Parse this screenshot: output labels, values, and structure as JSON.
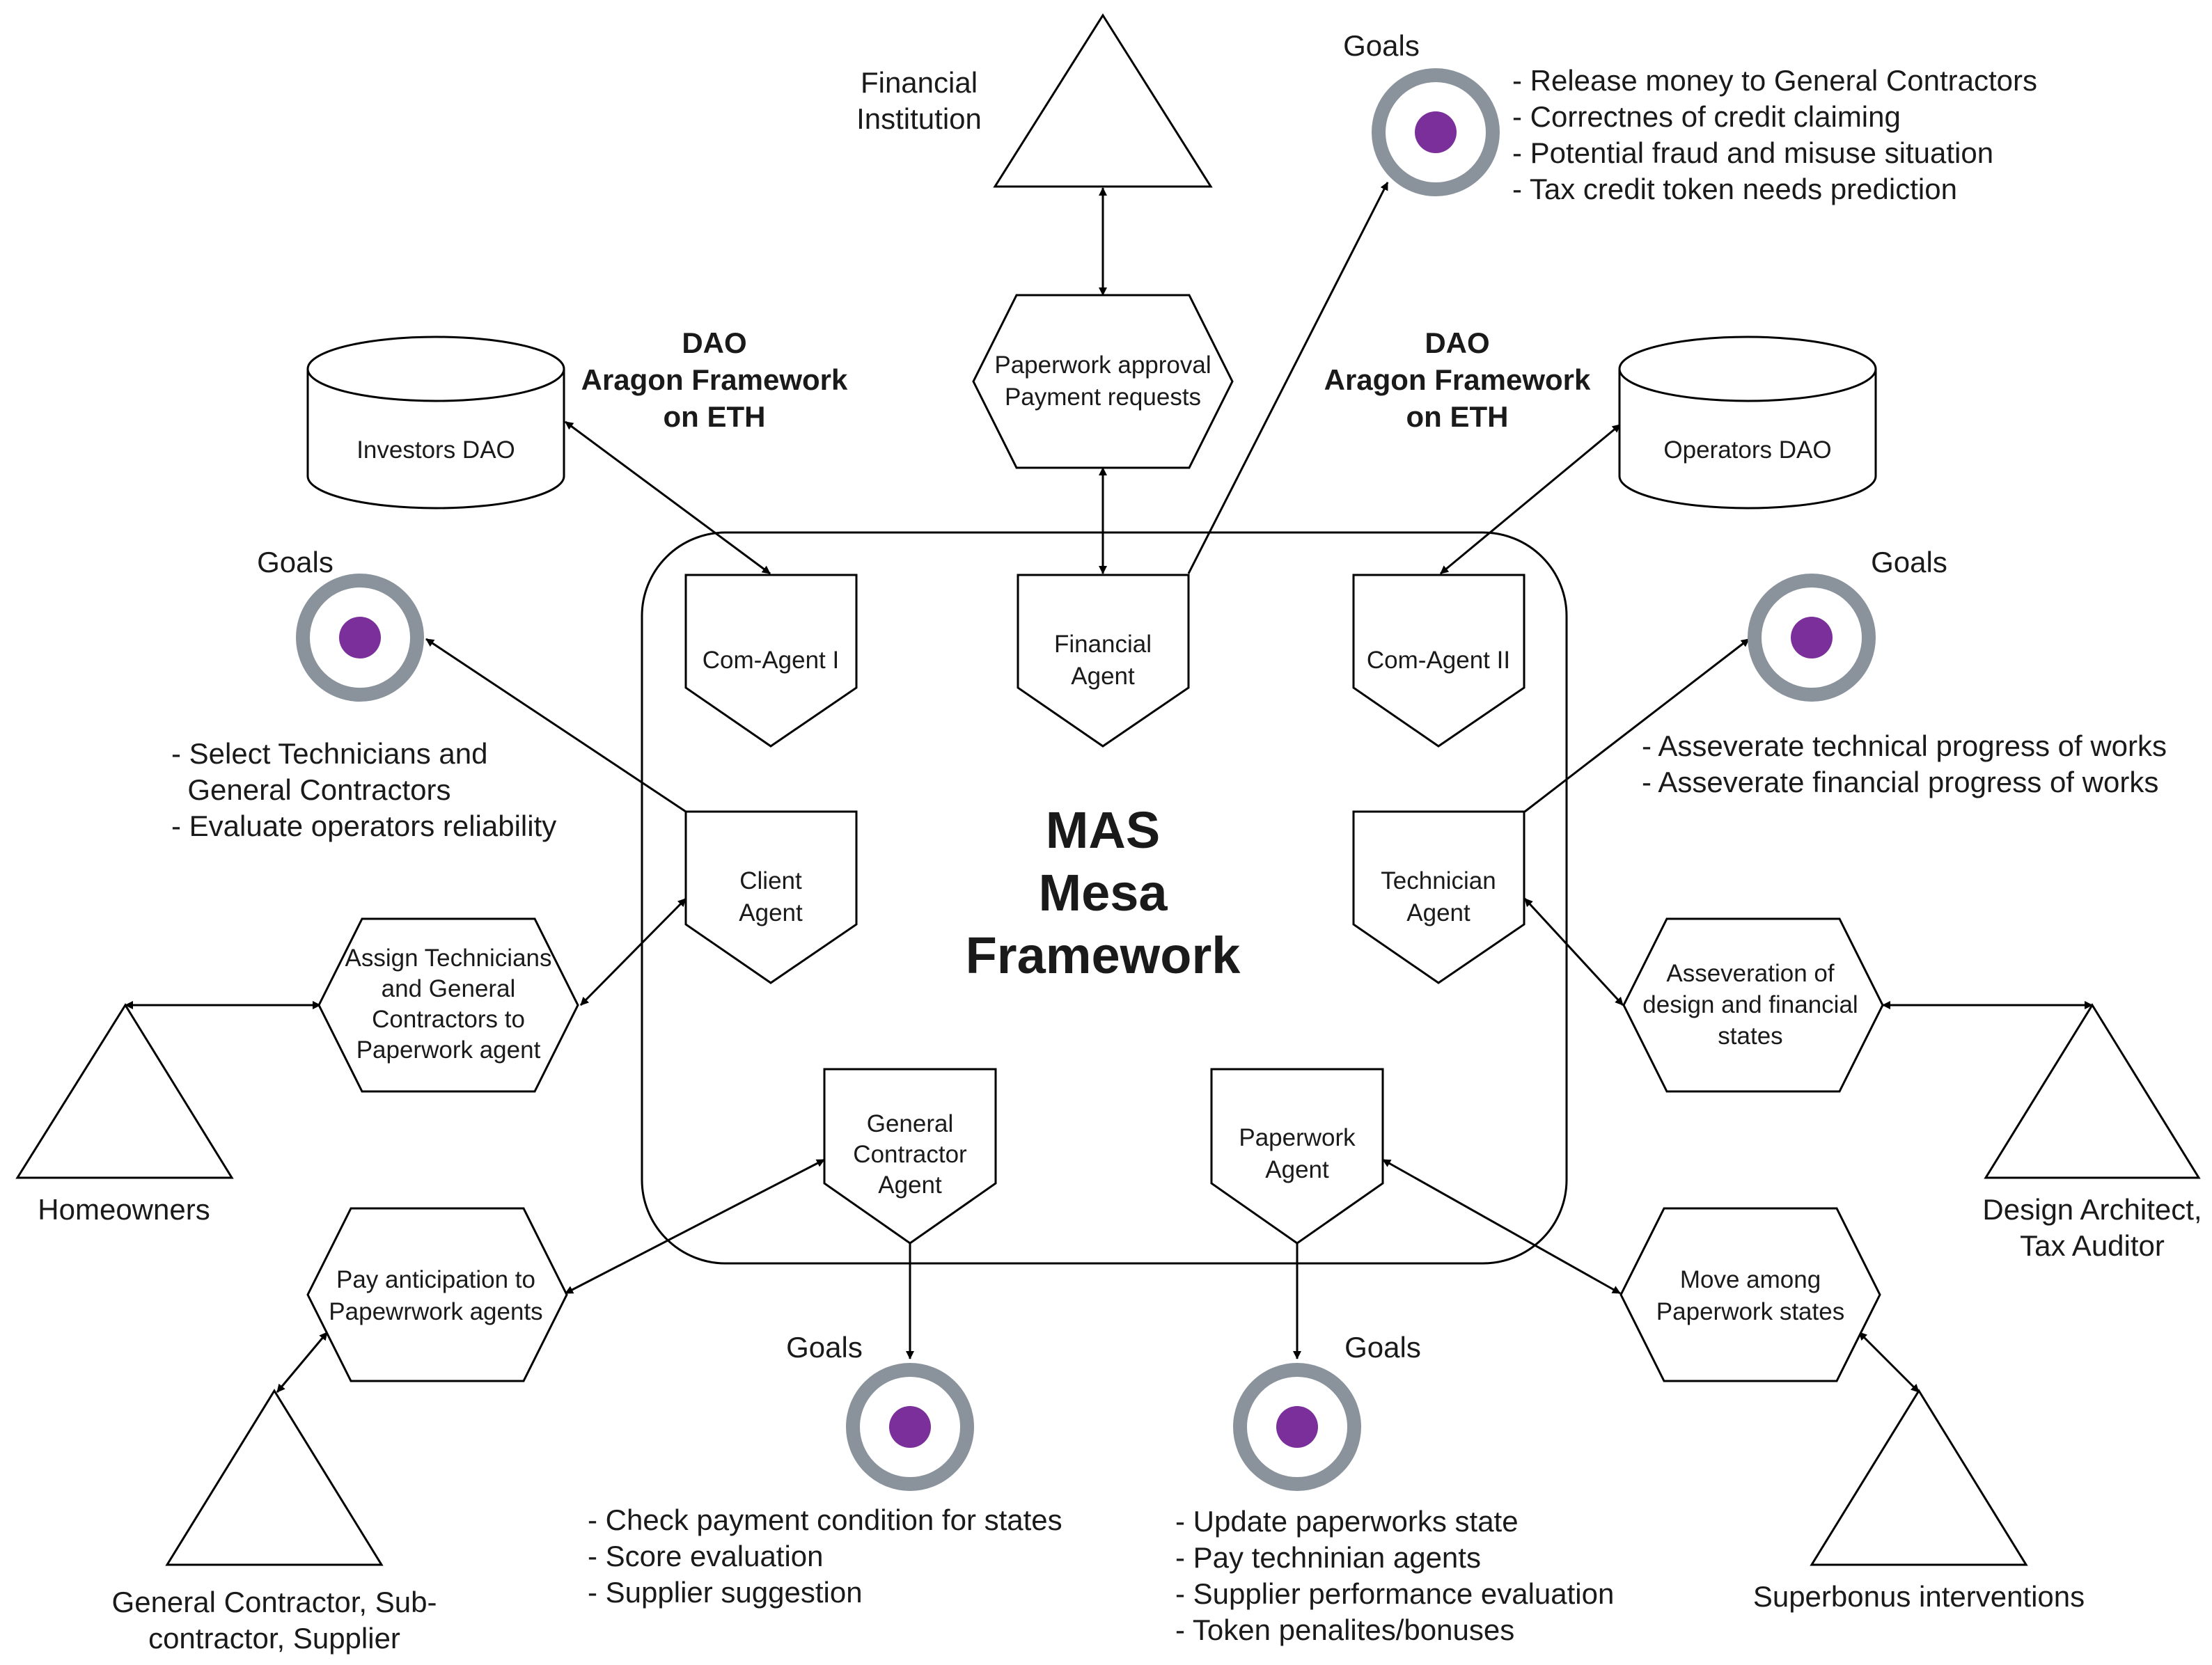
{
  "mas": {
    "line1": "MAS",
    "line2": "Mesa",
    "line3": "Framework"
  },
  "dao_labels": [
    {
      "line1": "DAO",
      "line2": "Aragon Framework",
      "line3": "on ETH"
    },
    {
      "line1": "DAO",
      "line2": "Aragon Framework",
      "line3": "on ETH"
    }
  ],
  "databases": {
    "investors": "Investors DAO",
    "operators": "Operators DAO"
  },
  "agents": {
    "com1": [
      "Com-Agent I"
    ],
    "financial": [
      "Financial",
      "Agent"
    ],
    "com2": [
      "Com-Agent II"
    ],
    "client": [
      "Client",
      "Agent"
    ],
    "technician": [
      "Technician",
      "Agent"
    ],
    "general": [
      "General",
      "Contractor",
      "Agent"
    ],
    "paperwork": [
      "Paperwork",
      "Agent"
    ]
  },
  "hexagons": {
    "paperwork_approval": [
      "Paperwork approval",
      "Payment requests"
    ],
    "assign": [
      "Assign Technicians",
      "and General",
      "Contractors to",
      "Paperwork agent"
    ],
    "asseveration": [
      "Asseveration of",
      "design and financial",
      "states"
    ],
    "pay_anticipation": [
      "Pay anticipation to",
      "Papewrwork agents"
    ],
    "move_among": [
      "Move among",
      "Paperwork states"
    ]
  },
  "actors": {
    "financial_institution": [
      "Financial",
      "Institution"
    ],
    "homeowners": [
      "Homeowners"
    ],
    "design_architect": [
      "Design Architect,",
      "Tax Auditor"
    ],
    "general_contractor": [
      "General Contractor, Sub-",
      "contractor, Supplier"
    ],
    "superbonus": [
      "Superbonus interventions"
    ]
  },
  "goals": {
    "financial": {
      "title": "Goals",
      "items": [
        "- Release money to General Contractors",
        "- Correctnes of credit claiming",
        "- Potential fraud and misuse situation",
        "- Tax credit token needs prediction"
      ]
    },
    "client": {
      "title": "Goals",
      "items": [
        "- Select Technicians and",
        "  General Contractors",
        "- Evaluate operators reliability"
      ]
    },
    "technician": {
      "title": "Goals",
      "items": [
        "- Asseverate technical progress of works",
        "- Asseverate financial progress of works"
      ]
    },
    "general": {
      "title": "Goals",
      "items": [
        "- Check payment condition for states",
        "- Score evaluation",
        "- Supplier suggestion"
      ]
    },
    "paperwork": {
      "title": "Goals",
      "items": [
        "- Update paperworks state",
        "- Pay techninian agents",
        "- Supplier performance evaluation",
        "- Token penalites/bonuses"
      ]
    }
  },
  "colors": {
    "goal_ring": "#8a939b",
    "goal_dot": "#7b2f9a",
    "stroke": "#000000"
  }
}
